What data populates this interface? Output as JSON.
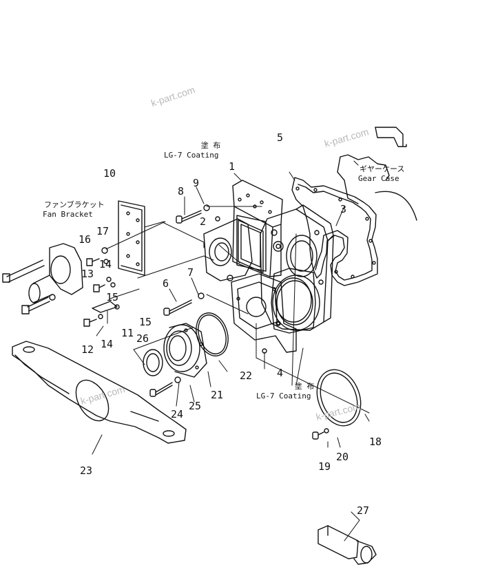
{
  "watermarks": [
    "k-part.com",
    "k-part.com",
    "k-part.com",
    "k-part.com"
  ],
  "callouts": {
    "c1": "1",
    "c2": "2",
    "c3": "3",
    "c4": "4",
    "c5": "5",
    "c6": "6",
    "c7": "7",
    "c8": "8",
    "c9": "9",
    "c10": "10",
    "c11": "11",
    "c12": "12",
    "c13": "13",
    "c14a": "14",
    "c14b": "14",
    "c15a": "15",
    "c15b": "15",
    "c16": "16",
    "c17": "17",
    "c18": "18",
    "c19": "19",
    "c20": "20",
    "c21": "21",
    "c22": "22",
    "c23": "23",
    "c24": "24",
    "c25": "25",
    "c26": "26",
    "c27": "27"
  },
  "notes": {
    "coating_top_jp": "塗 布",
    "coating_top_en": "LG-7  Coating",
    "coating_bottom_jp": "塗 布",
    "coating_bottom_en": "LG-7  Coating",
    "gear_case_jp": "ギヤーケース",
    "gear_case_en": "Gear  Case",
    "fan_bracket_jp": "ファンブラケット",
    "fan_bracket_en": "Fan  Bracket"
  }
}
